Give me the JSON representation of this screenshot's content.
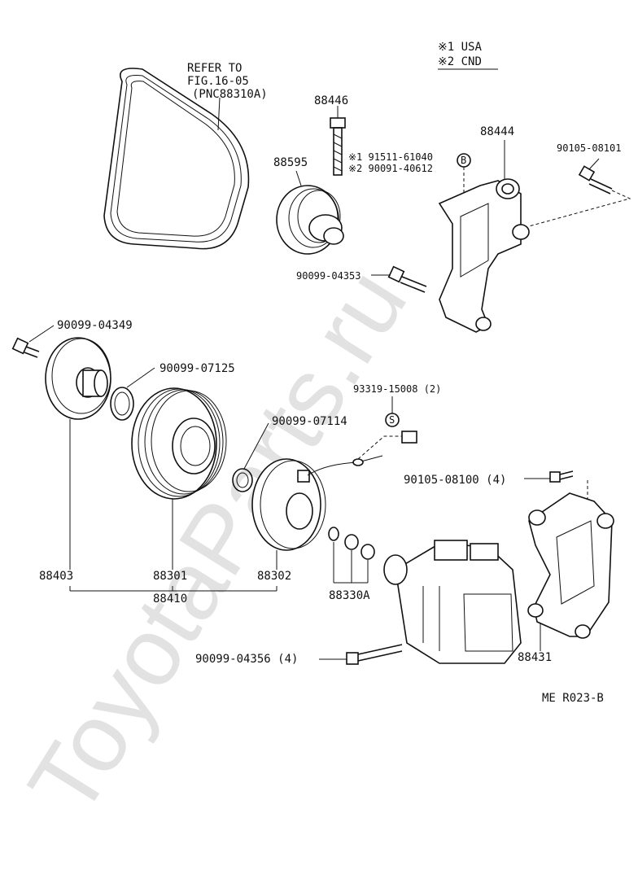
{
  "watermark": "ToyotaParts.ru",
  "legend": {
    "line1": "※1 USA",
    "line2": "※2 CND"
  },
  "belt_note": {
    "line1": "REFER TO",
    "line2": "FIG.16-05",
    "line3": "(PNC88310A)"
  },
  "parts": {
    "p88446": "88446",
    "p88595": "88595",
    "p88444": "88444",
    "p90105_08101": "90105-08101",
    "usa_part": "※1 91511-61040",
    "cnd_part": "※2 90091-40612",
    "circle_b": "B",
    "p90099_04353": "90099-04353",
    "p90099_04349": "90099-04349",
    "p90099_07125": "90099-07125",
    "p93319_15008": "93319-15008 (2)",
    "circle_s": "S",
    "p90099_07114": "90099-07114",
    "p90105_08100": "90105-08100 (4)",
    "p88403": "88403",
    "p88301": "88301",
    "p88302": "88302",
    "p88410": "88410",
    "p88330A": "88330A",
    "p90099_04356": "90099-04356 (4)",
    "p88431": "88431"
  },
  "figure_code": "ME R023-B"
}
